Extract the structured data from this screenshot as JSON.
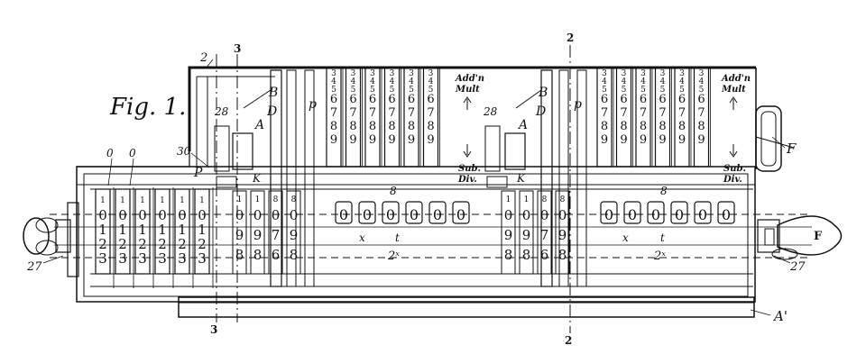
{
  "figure": {
    "title": "Fig. 1.",
    "ink_color": "#111111",
    "paper_color": "#ffffff"
  },
  "labels": {
    "ref_2_top": "2",
    "ref_3_top": "3",
    "ref_3_bottom": "3",
    "ref_2_right_top": "2",
    "ref_2_right_bottom": "2",
    "ref_28_left": "28",
    "ref_28_right": "28",
    "ref_30": "30",
    "ref_A_left": "A",
    "ref_A_right": "A",
    "ref_B_left": "B",
    "ref_B_right": "B",
    "ref_D_left": "D",
    "ref_D_right": "D",
    "ref_p_left": "p",
    "ref_p_right": "p",
    "ref_P": "P",
    "ref_K_left": "K",
    "ref_K_right": "K",
    "ref_8_left": "8",
    "ref_8_right": "8",
    "ref_x_left": "x",
    "ref_x_right": "x",
    "ref_2x_left": "2ˣ",
    "ref_2x_right": "2ˣ",
    "ref_27_left": "27",
    "ref_27_right": "27",
    "ref_F_top": "F",
    "ref_F_right": "F",
    "ref_A1": "A'",
    "ref_0_a": "0",
    "ref_0_b": "0",
    "ref_t_left": "t",
    "ref_t_right": "t"
  },
  "panels": {
    "add_mult": "Add'n Mult",
    "sub_div": "Sub. Div.",
    "left_add_line1": "Add'n",
    "left_add_line2": "Mult",
    "left_sub_line1": "Sub.",
    "left_sub_line2": "Div.",
    "right_add_line1": "Add'n",
    "right_add_line2": "Mult",
    "right_sub_line1": "Sub.",
    "right_sub_line2": "Div."
  },
  "keys_digits": [
    "3",
    "4",
    "5",
    "6",
    "7",
    "8",
    "9"
  ],
  "counter_wheel_digits": [
    "1",
    "0",
    "1",
    "2",
    "3"
  ],
  "result_wheel_digits": [
    "0",
    "0",
    "0",
    "0",
    "0",
    "0"
  ],
  "carry_wheel_digits": [
    "1",
    "0",
    "9",
    "8"
  ],
  "carry_wheel_digits_b": [
    "1",
    "0",
    "9",
    "8"
  ],
  "carry_wheel_digits_c": [
    "8",
    "0",
    "7",
    "6"
  ],
  "carry_wheel_digits_d": [
    "8",
    "0",
    "9",
    "8"
  ]
}
